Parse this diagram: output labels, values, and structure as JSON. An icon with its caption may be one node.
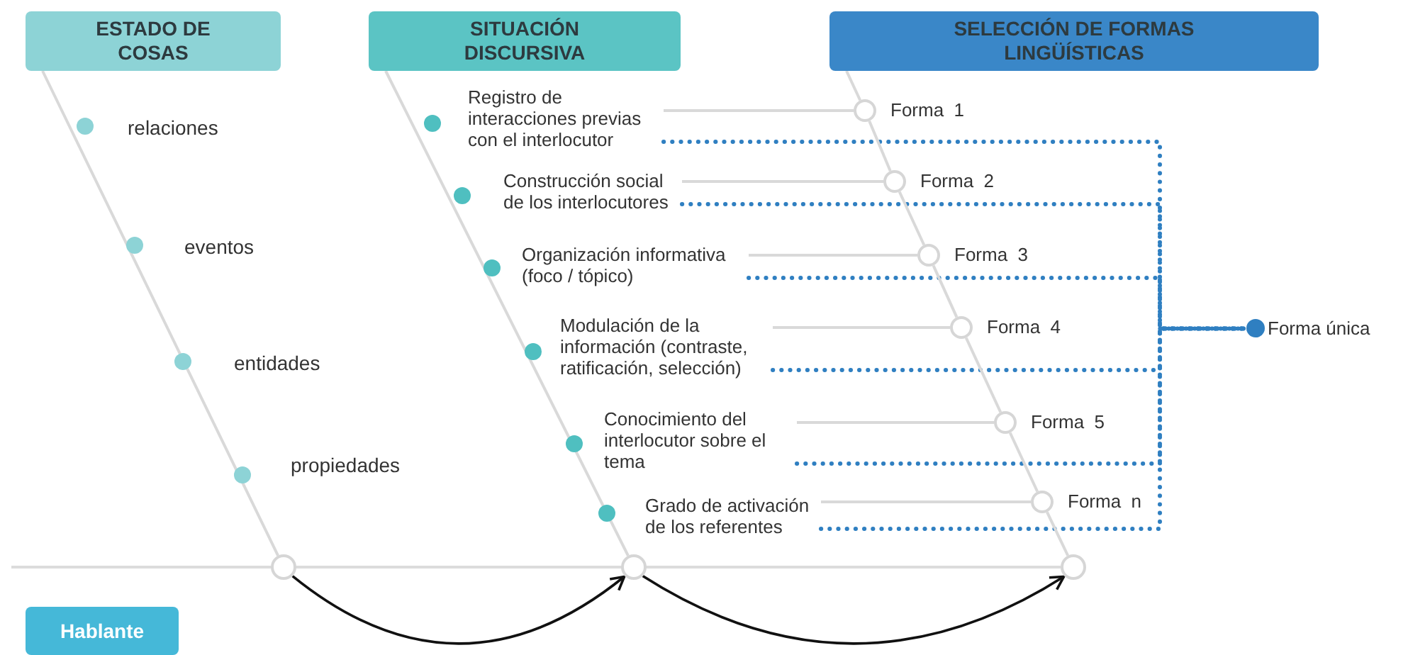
{
  "diagram": {
    "nodes": [
      {
        "text": [
          "ESTADO DE COSAS"
        ]
      },
      {
        "text": [
          "SITUACIÓN DISCURSIVA"
        ]
      },
      {
        "text": [
          "SELECCIÓN DE FORMAS LINGÜÍSTICAS"
        ]
      },
      {
        "text": [
          "Registro de interacciones previas con el interlocutor"
        ]
      },
      {
        "text": [
          "Construcción social de los interlocutores"
        ]
      },
      {
        "text": [
          "Organización informativa (foco / tópico)"
        ]
      },
      {
        "text": [
          "Modulación de la información (contraste, ratificación, selección)"
        ]
      },
      {
        "text": [
          "Conocimiento del interlocutor sobre el tema"
        ]
      },
      {
        "text": [
          "Grado de activación de los referentes"
        ]
      },
      {
        "text": [],
        "shape": "circle",
        "beside": [
          "Forma  1"
        ]
      },
      {
        "text": [],
        "shape": "circle",
        "beside": [
          "Forma  2"
        ]
      },
      {
        "text": [],
        "shape": "circle",
        "beside": [
          "Forma  3"
        ]
      },
      {
        "text": [],
        "shape": "circle",
        "beside": [
          "Forma  4"
        ]
      },
      {
        "text": [],
        "shape": "circle",
        "beside": [
          "Forma  5"
        ]
      },
      {
        "text": [],
        "shape": "circle",
        "beside": [
          "Forma  n"
        ]
      },
      {
        "text": [
          "Forma única"
        ]
      },
      {
        "text": [],
        "shape": "circle"
      },
      {
        "text": [],
        "shape": "circle"
      },
      {
        "text": [],
        "shape": "circle"
      },
      {
        "text": [
          "Hablante"
        ]
      }
    ],
    "edges": [
      {
        "from": 3,
        "to": 9,
        "arrow": "none"
      },
      {
        "from": 4,
        "to": 10,
        "arrow": "none"
      },
      {
        "from": 5,
        "to": 11,
        "arrow": "none"
      },
      {
        "from": 6,
        "to": 12,
        "arrow": "none"
      },
      {
        "from": 7,
        "to": 13,
        "arrow": "none"
      },
      {
        "from": 8,
        "to": 14,
        "arrow": "none"
      },
      {
        "from": 3,
        "to": 15,
        "arrow": "none",
        "style": "dashed",
        "color": "#2f7fc1"
      },
      {
        "from": 4,
        "to": 15,
        "arrow": "none",
        "style": "dashed",
        "color": "#2f7fc1"
      },
      {
        "from": 5,
        "to": 15,
        "arrow": "none",
        "style": "dashed",
        "color": "#2f7fc1"
      },
      {
        "from": 6,
        "to": 15,
        "arrow": "none",
        "style": "dashed",
        "color": "#2f7fc1"
      },
      {
        "from": 7,
        "to": 15,
        "arrow": "none",
        "style": "dashed",
        "color": "#2f7fc1"
      },
      {
        "from": 8,
        "to": 15,
        "arrow": "none",
        "style": "dashed",
        "color": "#2f7fc1"
      },
      {
        "from": 0,
        "to": 16,
        "arrow": "none"
      },
      {
        "from": 1,
        "to": 17,
        "arrow": "none"
      },
      {
        "from": 2,
        "to": 9,
        "arrow": "none"
      },
      {
        "from": 9,
        "to": 10,
        "arrow": "none"
      },
      {
        "from": 10,
        "to": 11,
        "arrow": "none"
      },
      {
        "from": 11,
        "to": 12,
        "arrow": "none"
      },
      {
        "from": 12,
        "to": 13,
        "arrow": "none"
      },
      {
        "from": 13,
        "to": 14,
        "arrow": "none"
      },
      {
        "from": 14,
        "to": 18,
        "arrow": "none"
      },
      {
        "from": 16,
        "to": 17,
        "arrow": "to",
        "color": "#111111"
      },
      {
        "from": 17,
        "to": 18,
        "arrow": "to",
        "color": "#111111"
      }
    ],
    "labels": [
      "relaciones",
      "eventos",
      "entidades",
      "propiedades"
    ]
  }
}
